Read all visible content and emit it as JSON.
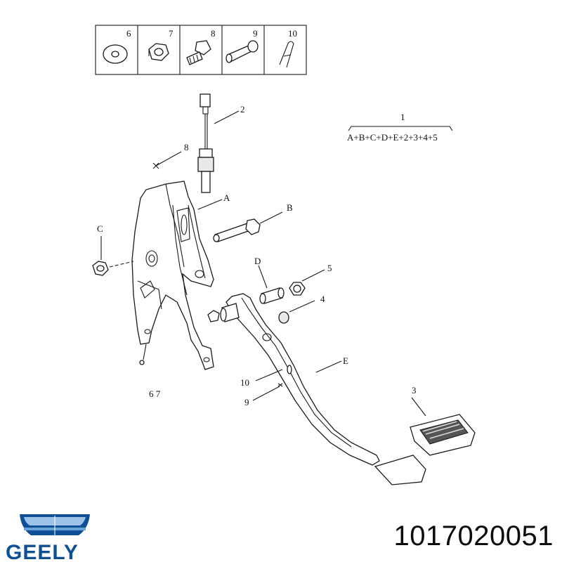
{
  "legend": {
    "cells": [
      "6",
      "7",
      "8",
      "9",
      "10"
    ]
  },
  "labels": {
    "assembly_no": "1",
    "assembly_formula": "A+B+C+D+E+2+3+4+5",
    "l2": "2",
    "l8": "8",
    "lA": "A",
    "lB": "B",
    "lC": "C",
    "lD": "D",
    "l5": "5",
    "l4": "4",
    "lE": "E",
    "l10": "10",
    "l9": "9",
    "l3": "3",
    "l67": "6  7"
  },
  "brand": {
    "name": "GEELY",
    "color": "#0e4f95",
    "logo_icon": "geely-shield-logo"
  },
  "part_number": "1017020051"
}
